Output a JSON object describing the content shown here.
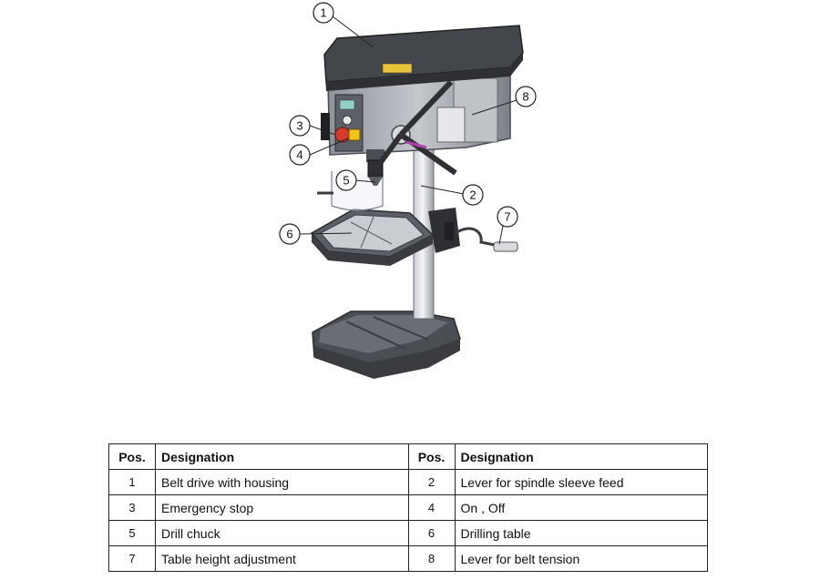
{
  "callouts": [
    "1",
    "2",
    "3",
    "4",
    "5",
    "6",
    "7",
    "8"
  ],
  "table": {
    "headers": [
      "Pos.",
      "Designation",
      "Pos.",
      "Designation"
    ],
    "rows": [
      {
        "pos_a": "1",
        "des_a": "Belt drive with housing",
        "pos_b": "2",
        "des_b": "Lever for spindle sleeve feed"
      },
      {
        "pos_a": "3",
        "des_a": "Emergency stop",
        "pos_b": "4",
        "des_b": "On , Off"
      },
      {
        "pos_a": "5",
        "des_a": "Drill chuck",
        "pos_b": "6",
        "des_b": "Drilling table"
      },
      {
        "pos_a": "7",
        "des_a": "Table height adjustment",
        "pos_b": "8",
        "des_b": "Lever for belt tension"
      }
    ]
  }
}
